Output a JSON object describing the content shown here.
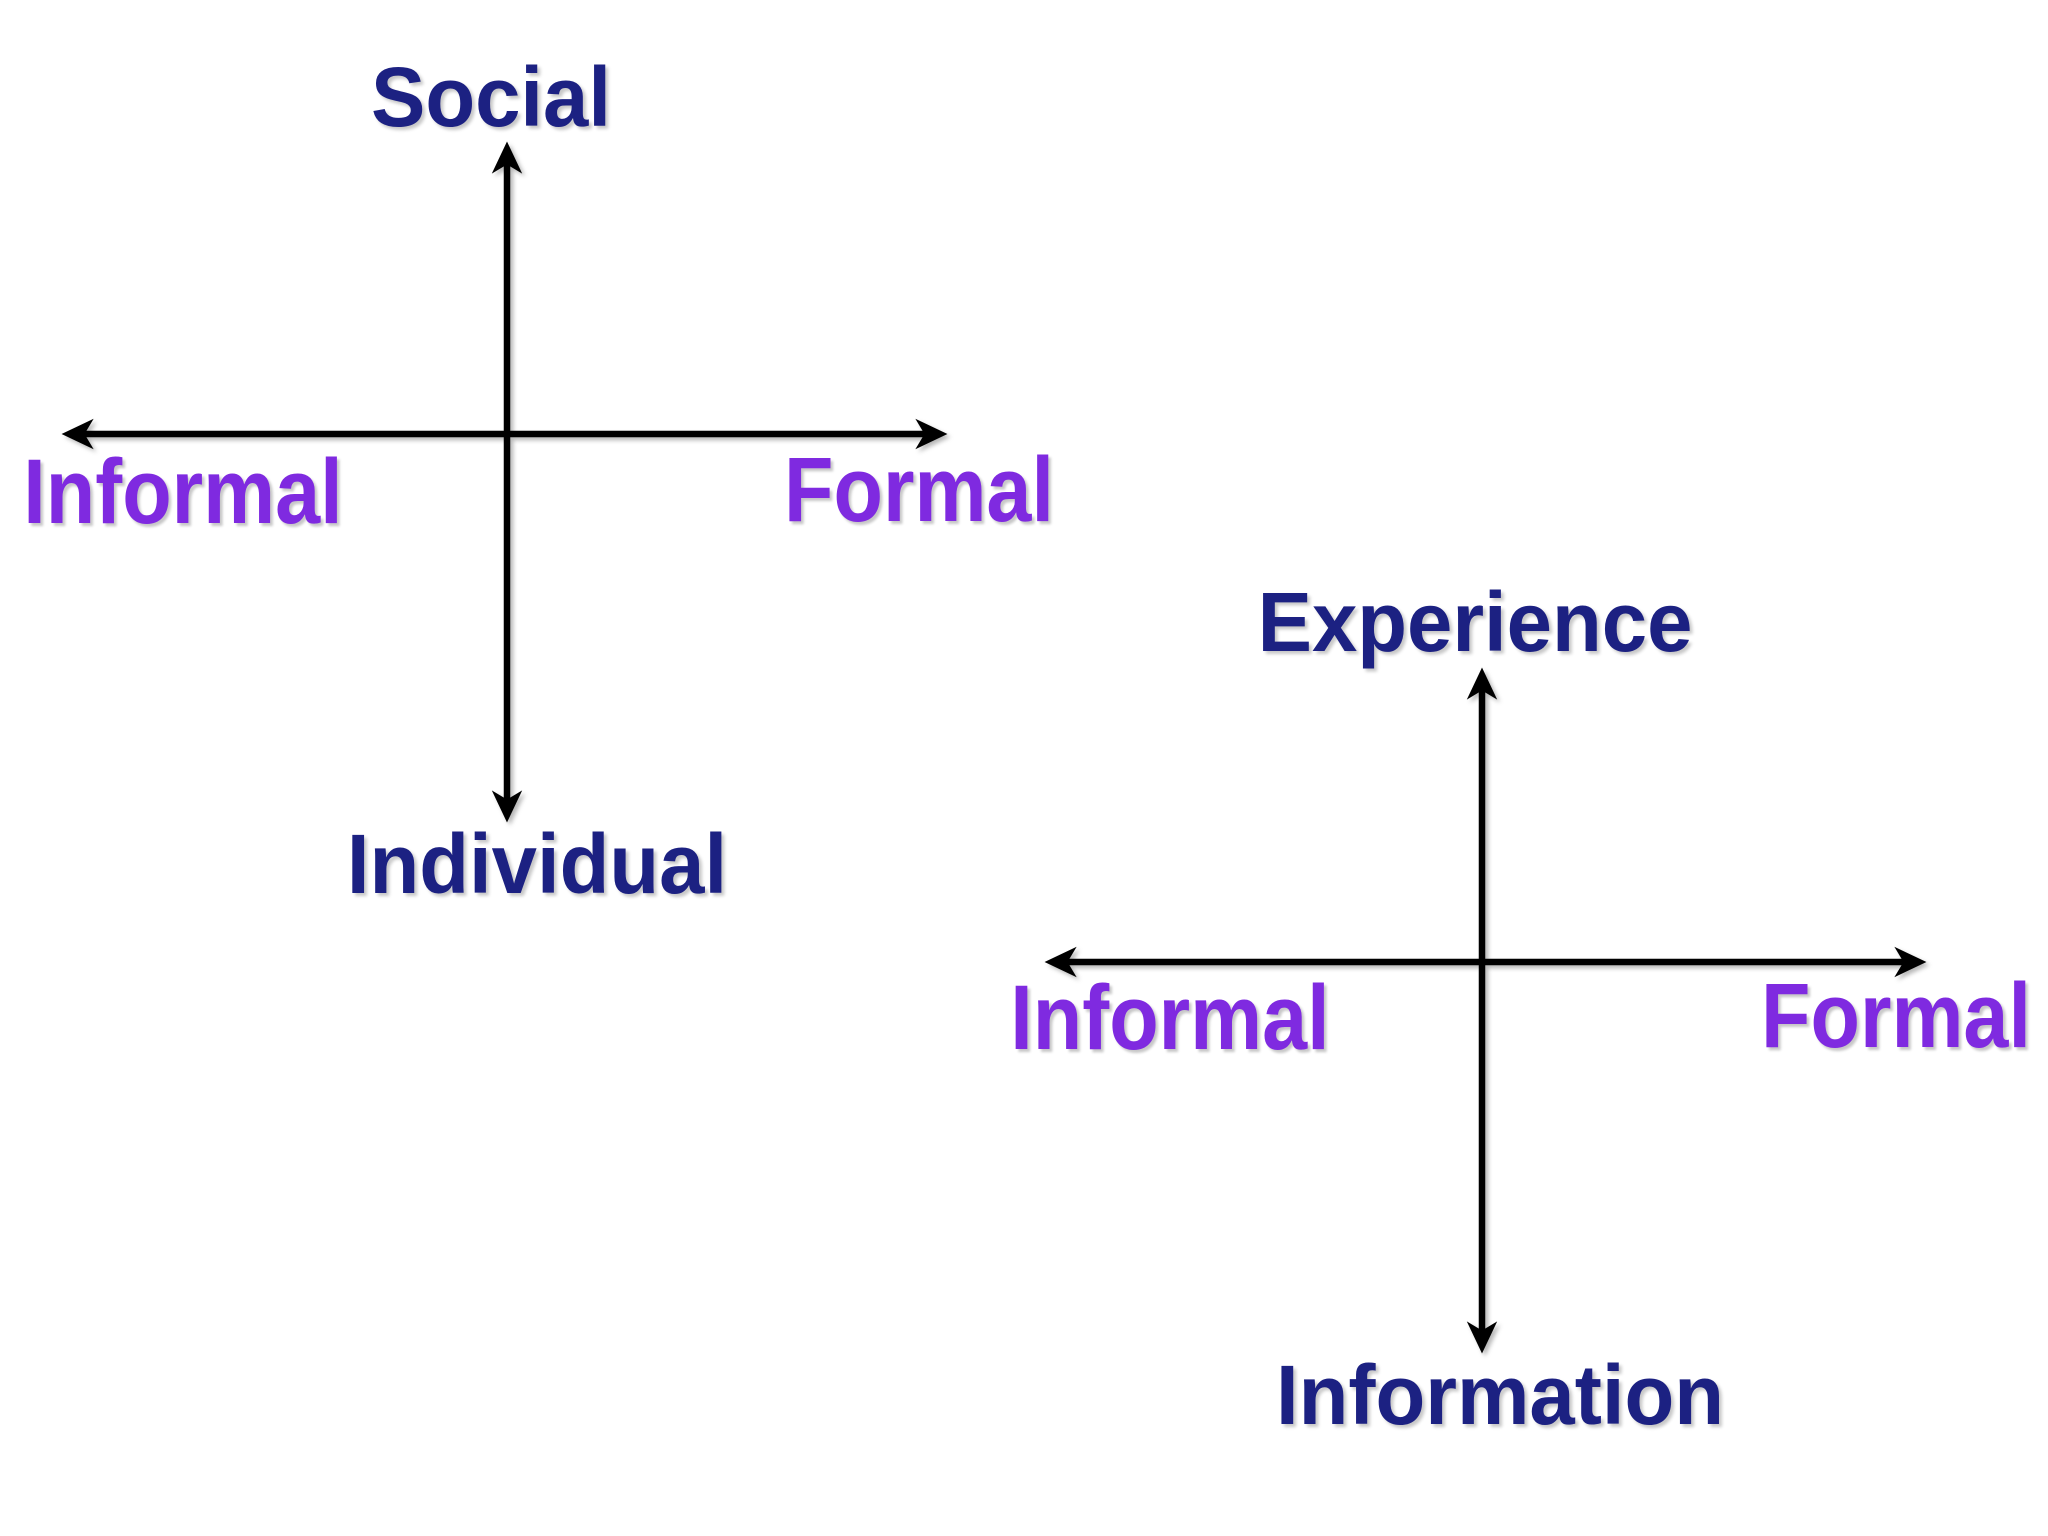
{
  "colors": {
    "background": "#ffffff",
    "axis_line": "#000000",
    "vertical_axis_labels": "#1c2182",
    "horizontal_axis_labels": "#7f2ae0"
  },
  "diagrams": {
    "left": {
      "top_label": "Social",
      "bottom_label": "Individual",
      "left_label": "Informal",
      "right_label": "Formal"
    },
    "right": {
      "top_label": "Experience",
      "bottom_label": "Information",
      "left_label": "Informal",
      "right_label": "Formal"
    }
  }
}
